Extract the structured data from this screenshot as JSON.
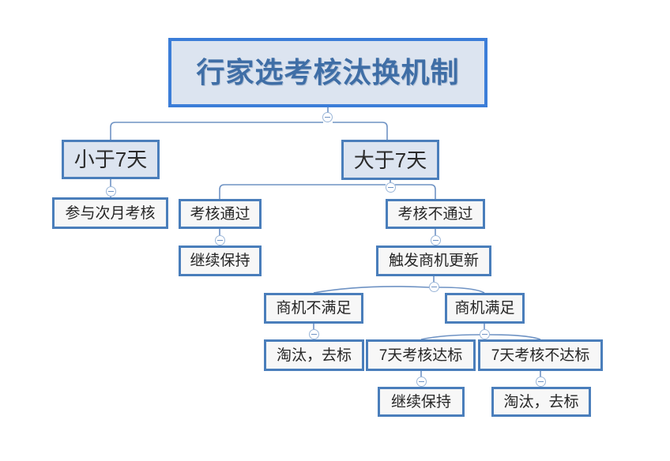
{
  "diagram": {
    "type": "mindmap-flowchart",
    "title": "行家选考核汰换机制",
    "colors": {
      "border": "#4a7ebb",
      "title_border": "#3b7dd8",
      "title_fill": "#dce4f0",
      "title_text": "#3f6ea6",
      "level2_fill": "#dce4f0",
      "node_fill": "#f7f7f7",
      "node_text": "#262626",
      "connector": "#6f93c4",
      "background": "#ffffff"
    },
    "nodes": {
      "root": "行家选考核汰换机制",
      "less_than_7_days": "小于7天",
      "greater_than_7_days": "大于7天",
      "join_next_month_review": "参与次月考核",
      "review_passed": "考核通过",
      "review_failed": "考核不通过",
      "keep_going_left": "继续保持",
      "trigger_opportunity_update": "触发商机更新",
      "opportunity_unmet": "商机不满足",
      "opportunity_met": "商机满足",
      "eliminate_remove_tag_left": "淘汰，去标",
      "seven_day_review_pass": "7天考核达标",
      "seven_day_review_fail": "7天考核不达标",
      "keep_going_right": "继续保持",
      "eliminate_remove_tag_right": "淘汰，去标"
    },
    "toggles": {
      "icon": "collapse-minus-icon",
      "label": "−"
    }
  }
}
